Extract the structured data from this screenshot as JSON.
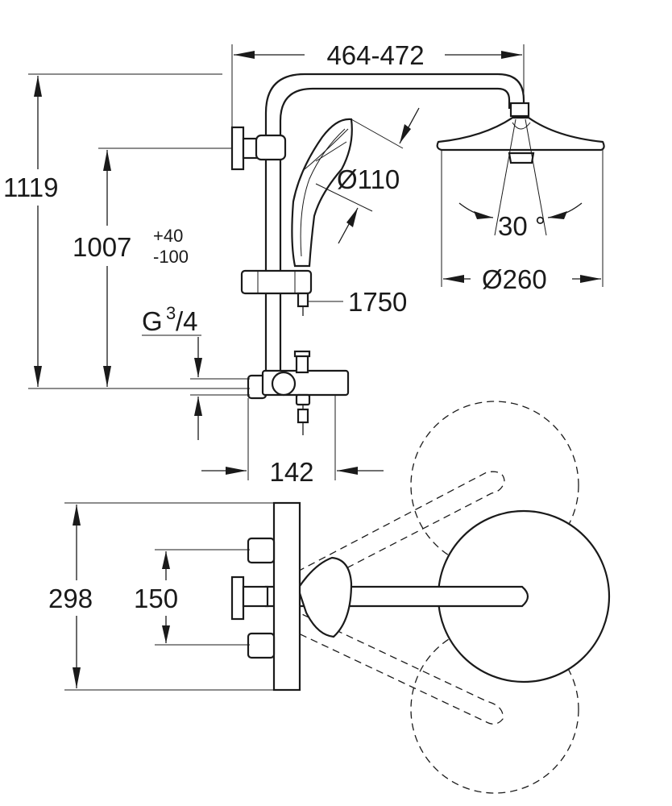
{
  "dimensions": {
    "head_reach": "464-472",
    "total_height": "1119",
    "adjustable_height": "1007",
    "adjustable_tol_plus": "+40",
    "adjustable_tol_minus": "-100",
    "hand_shower_diameter": "Ø110",
    "head_shower_diameter": "Ø260",
    "spray_angle": "30 °",
    "hose_length": "1750",
    "connection": "G",
    "connection_num": "3",
    "connection_den": "/4",
    "thermostat_depth": "142",
    "thermostat_length": "298",
    "inlet_spacing": "150"
  }
}
